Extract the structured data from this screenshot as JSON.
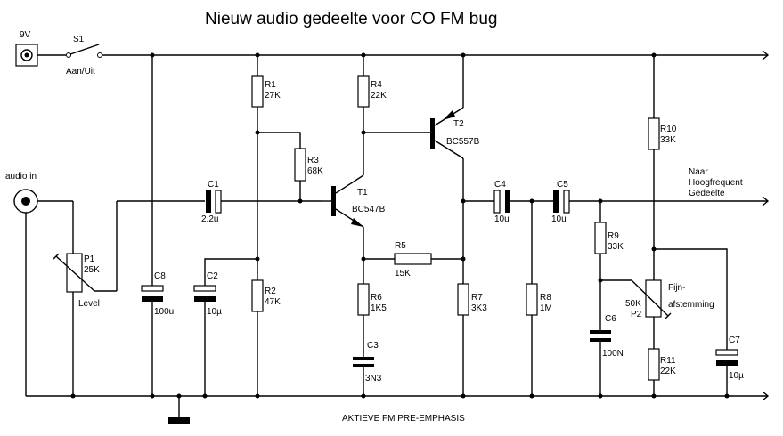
{
  "title": "Nieuw audio gedeelte voor CO FM bug",
  "footer": "AKTIEVE FM PRE-EMPHASIS",
  "supply": {
    "label": "9V"
  },
  "switch": {
    "ref": "S1",
    "label": "Aan/Uit"
  },
  "input": {
    "label": "audio in"
  },
  "output": {
    "lines": [
      "Naar",
      "Hoogfrequent",
      "Gedeelte"
    ]
  },
  "components": {
    "P1": {
      "ref": "P1",
      "value": "25K",
      "note": "Level"
    },
    "C1": {
      "ref": "C1",
      "value": "2.2u"
    },
    "C8": {
      "ref": "C8",
      "value": "100u"
    },
    "C2": {
      "ref": "C2",
      "value": "10µ"
    },
    "R1": {
      "ref": "R1",
      "value": "27K"
    },
    "R2": {
      "ref": "R2",
      "value": "47K"
    },
    "R3": {
      "ref": "R3",
      "value": "68K"
    },
    "R4": {
      "ref": "R4",
      "value": "22K"
    },
    "T1": {
      "ref": "T1",
      "value": "BC547B"
    },
    "T2": {
      "ref": "T2",
      "value": "BC557B"
    },
    "R5": {
      "ref": "R5",
      "value": "15K"
    },
    "R6": {
      "ref": "R6",
      "value": "1K5"
    },
    "C3": {
      "ref": "C3",
      "value": "3N3"
    },
    "R7": {
      "ref": "R7",
      "value": "3K3"
    },
    "C4": {
      "ref": "C4",
      "value": "10u"
    },
    "C5": {
      "ref": "C5",
      "value": "10u"
    },
    "R8": {
      "ref": "R8",
      "value": "1M"
    },
    "R9": {
      "ref": "R9",
      "value": "33K"
    },
    "C6": {
      "ref": "C6",
      "value": "100N"
    },
    "R10": {
      "ref": "R10",
      "value": "33K"
    },
    "P2": {
      "ref": "P2",
      "value": "50K",
      "note1": "Fijn-",
      "note2": "afstemming"
    },
    "R11": {
      "ref": "R11",
      "value": "22K"
    },
    "C7": {
      "ref": "C7",
      "value": "10µ"
    }
  }
}
